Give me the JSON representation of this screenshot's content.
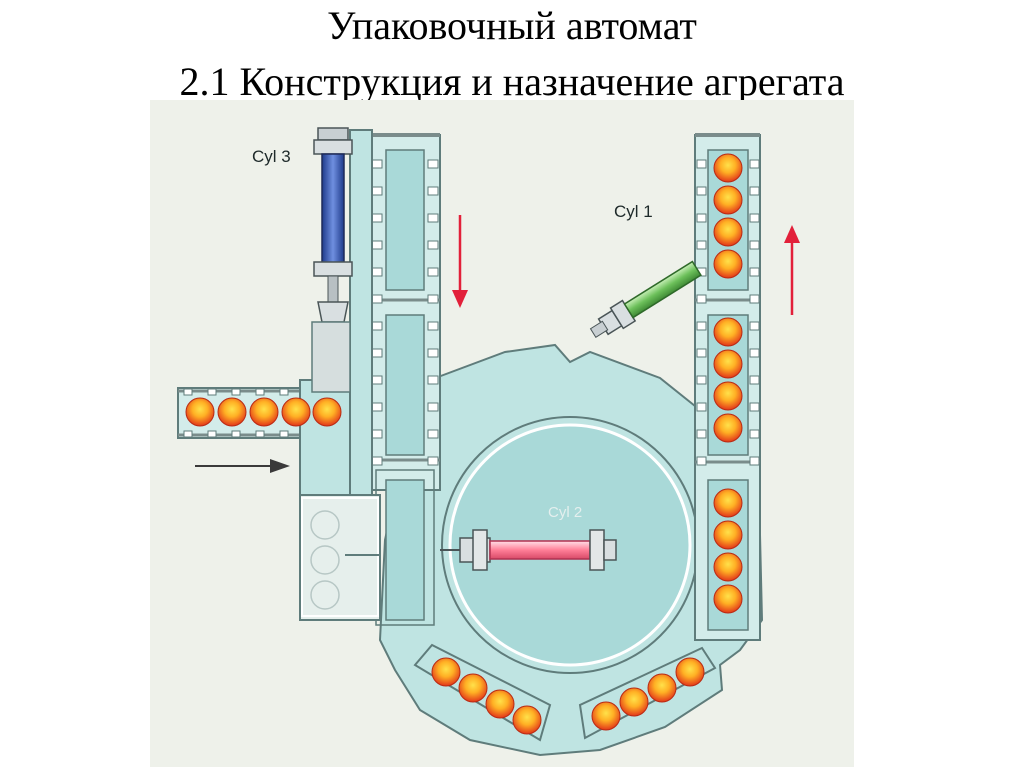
{
  "slide": {
    "title_line1": "Упаковочный автомат",
    "title_line2": "2.1 Конструкция и назначение агрегата"
  },
  "diagram": {
    "labels": {
      "cyl1": "Cyl 1",
      "cyl2": "Cyl 2",
      "cyl3": "Cyl 3"
    },
    "colors": {
      "background": "#eef1ea",
      "machine_fill": "#bfe4e2",
      "machine_stroke": "#5f7c7b",
      "carriage_fill": "#a9d9d8",
      "ball_inner": "#ffd23a",
      "ball_outer": "#e7401a",
      "arrow_red": "#e2203a",
      "cylinder_blue": "#3556a8",
      "cylinder_green": "#7fcf6a",
      "cylinder_pink": "#ff6f8a"
    },
    "arrows": [
      "down-arrow",
      "up-arrow",
      "feed-arrow-right"
    ]
  }
}
